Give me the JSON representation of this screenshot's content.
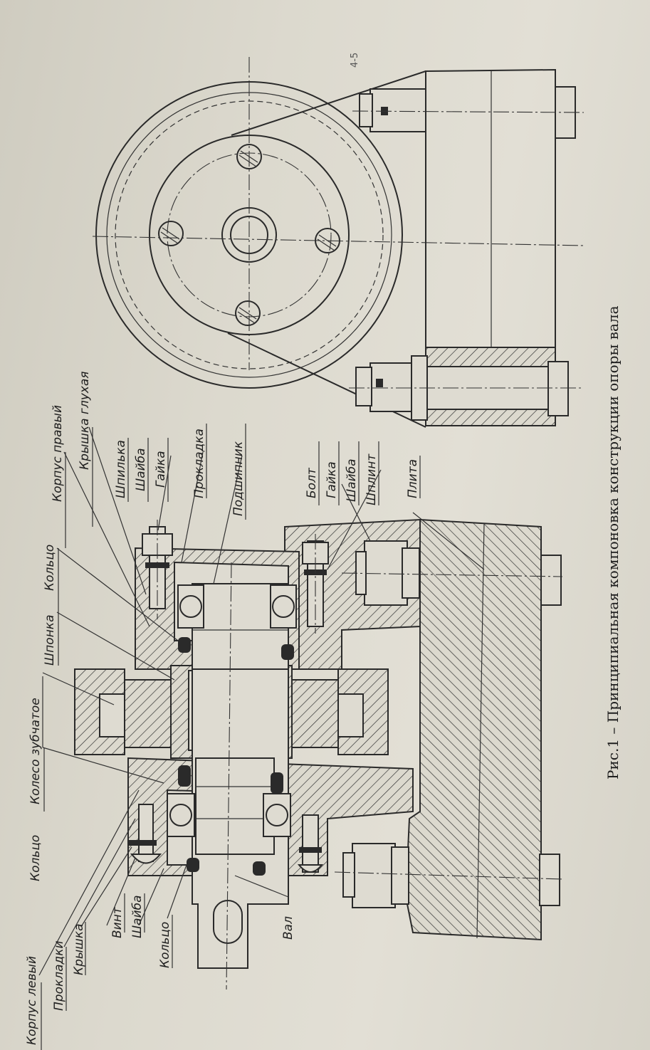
{
  "caption": "Рис.1 – Принципиальная компоновка конструкции опоры вала",
  "corner_mark": "4-5",
  "labels": {
    "korpus_levyi": "Корпус левый",
    "prokladki": "Прокладки",
    "kryshka": "Крышка",
    "vint": "Винт",
    "shaiba_left": "Шайба",
    "koltso_bottom": "Кольцо",
    "koltso_left": "Кольцо",
    "koleso_zubchatoe": "Колесо зубчатое",
    "shponka": "Шпонка",
    "koltso_right": "Кольцо",
    "korpus_pravyi": "Корпус правый",
    "kryshka_glukhaya": "Крышка глухая",
    "shpilka": "Шпилька",
    "shaiba_top": "Шайба",
    "gaika_top": "Гайка",
    "prokladka": "Прокладка",
    "podshipnik": "Подшипник",
    "bolt": "Болт",
    "gaika_bolt": "Гайка",
    "shaiba_bolt": "Шайба",
    "shplint": "Шплинт",
    "plita": "Плита",
    "val": "Вал"
  }
}
